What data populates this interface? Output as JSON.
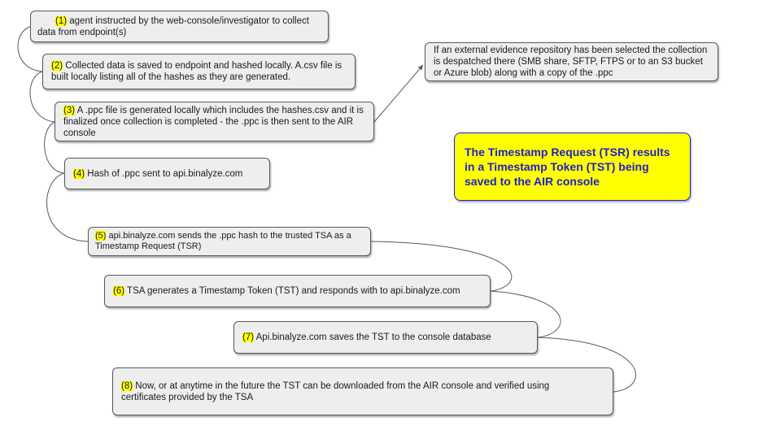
{
  "steps": [
    {
      "num": "(1)",
      "text": "  agent instructed by the web-console/investigator to collect data from endpoint(s)"
    },
    {
      "num": "(2)",
      "text": " Collected data is saved to endpoint and hashed locally. A.csv file is built locally listing all of the hashes as they are generated."
    },
    {
      "num": "(3)",
      "text": " A .ppc file is generated locally which includes the hashes.csv and it is finalized once collection is completed - the .ppc is then sent to the AIR console"
    },
    {
      "num": "(4)",
      "text": " Hash of .ppc sent to api.binalyze.com"
    },
    {
      "num": "(5)",
      "text": " api.binalyze.com sends the .ppc hash to the trusted TSA as a Timestamp Request (TSR)"
    },
    {
      "num": "(6)",
      "text": " TSA generates a Timestamp Token (TST) and responds with to api.binalyze.com"
    },
    {
      "num": "(7)",
      "text": " Api.binalyze.com saves the TST to the console database"
    },
    {
      "num": "(8)",
      "text": " Now, or at anytime in the future the TST can be downloaded from the AIR console and verified using certificates provided by the TSA"
    }
  ],
  "external_note": "If an external evidence repository has been selected the collection is despatched there (SMB share, SFTP, FTPS or to an S3 bucket or Azure blob) along with a copy of the .ppc",
  "callout": "The Timestamp Request (TSR) results in a Timestamp Token (TST) being saved to the AIR console",
  "colors": {
    "highlight": "#ffff00",
    "callout_text": "#1f1fcc",
    "box_fill": "#eeeeee"
  }
}
